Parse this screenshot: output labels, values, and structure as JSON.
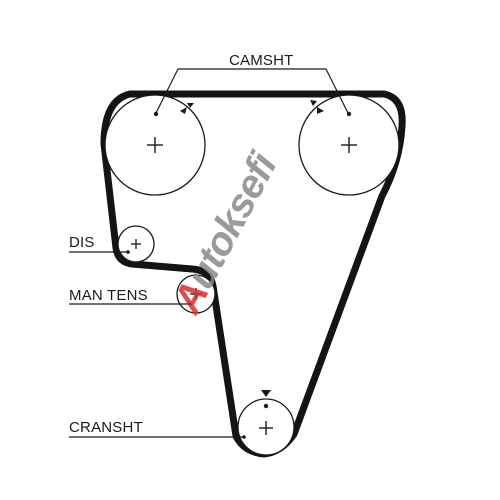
{
  "diagram": {
    "labels": {
      "camshaft": "CAMSHT",
      "distributor": "DIS",
      "manual_tensioner": "MAN TENS",
      "crankshaft": "CRANSHT"
    },
    "watermark": {
      "text": "Autoksefi",
      "first_letter": "A",
      "rest": "utoksefi",
      "letter_color": "#d93030",
      "text_color": "#8a8a8a"
    },
    "colors": {
      "belt": "#141414",
      "line": "#1a1a1a"
    }
  }
}
